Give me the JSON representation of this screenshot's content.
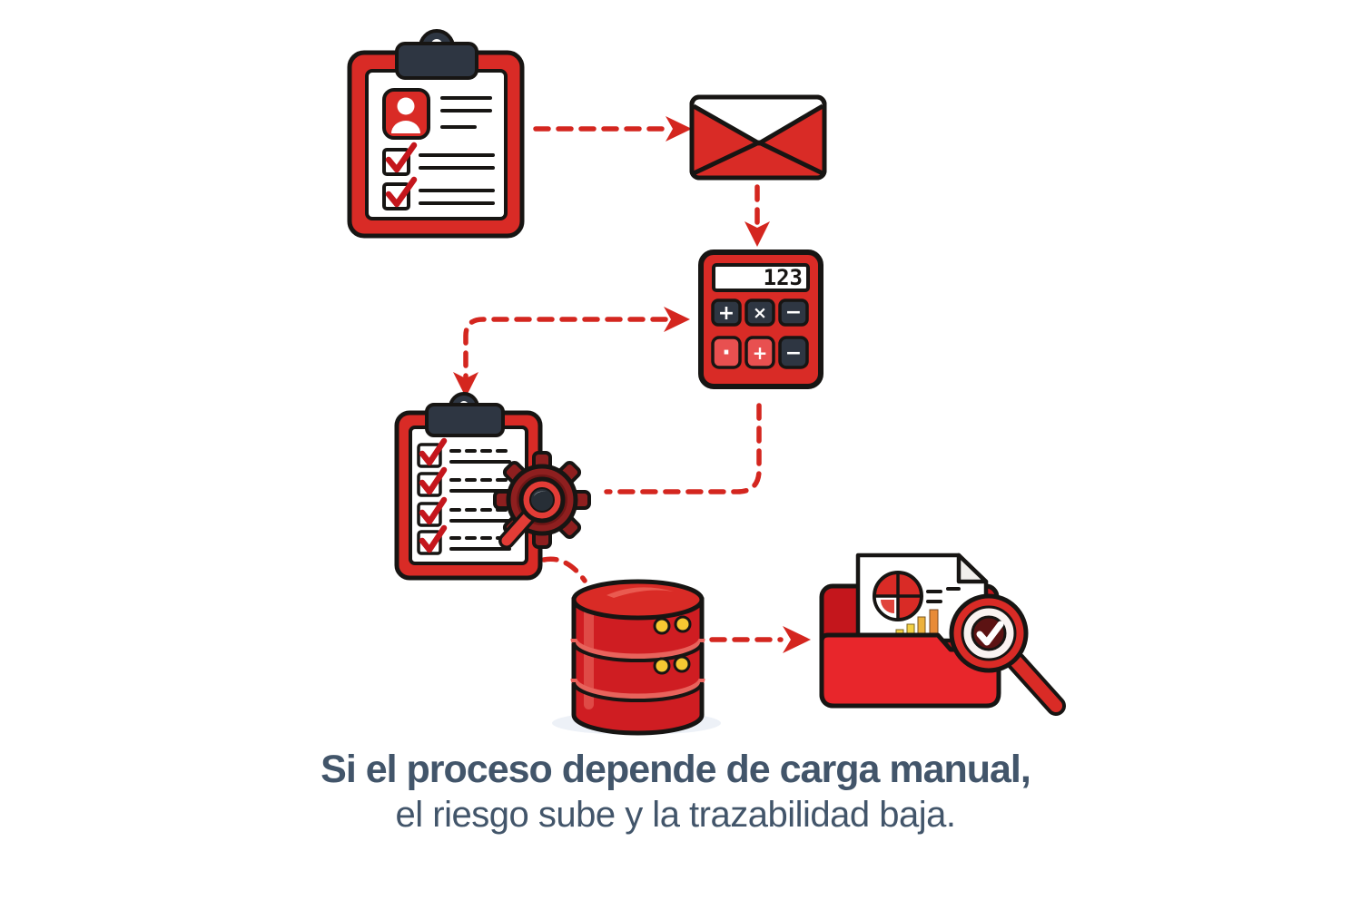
{
  "caption": {
    "line1": "Si el proceso depende de carga manual,",
    "line2": "el riesgo sube y la trazabilidad baja."
  },
  "calculator": {
    "display": "123",
    "buttons": [
      "+",
      "×",
      "−",
      "·",
      "+",
      "−"
    ]
  },
  "diagram": {
    "nodes": [
      {
        "id": "clipboard-form",
        "icon": "clipboard-form-icon",
        "desc": "clipboard with person badge and two checked items"
      },
      {
        "id": "email",
        "icon": "envelope-icon",
        "desc": "red envelope"
      },
      {
        "id": "calculator",
        "icon": "calculator-icon",
        "desc": "calculator showing 123"
      },
      {
        "id": "checklist",
        "icon": "checklist-gear-icon",
        "desc": "clipboard with four checked items plus gear and magnifier"
      },
      {
        "id": "database",
        "icon": "database-icon",
        "desc": "red database cylinder with yellow indicator dots"
      },
      {
        "id": "report-folder",
        "icon": "folder-report-icon",
        "desc": "folder with chart document and magnifier check badge"
      }
    ],
    "edges": [
      {
        "from": "clipboard-form",
        "to": "email",
        "style": "dashed-arrow"
      },
      {
        "from": "email",
        "to": "calculator",
        "style": "dashed-arrow"
      },
      {
        "from": "branch-corner",
        "to": "calculator",
        "style": "dashed-arrow"
      },
      {
        "from": "branch-corner",
        "to": "checklist",
        "style": "dashed-arrow"
      },
      {
        "from": "calculator",
        "to": "checklist",
        "style": "dashed-line"
      },
      {
        "from": "checklist",
        "to": "database",
        "style": "dashed-line"
      },
      {
        "from": "database",
        "to": "report-folder",
        "style": "dashed-arrow"
      }
    ]
  },
  "colors": {
    "primary_red": "#d92b26",
    "deep_red": "#c4161c",
    "button_red": "#e85050",
    "clip_slate": "#2e3642",
    "gear_maroon": "#8e1f1f",
    "badge_maroon": "#5c1313",
    "accent_yellow": "#f6c832",
    "accent_orange": "#e88b38",
    "outline_ink": "#171513",
    "arrow_red": "#d4261f",
    "caption_text": "#42556a",
    "shadow": "#edf1f7",
    "background": "#ffffff"
  }
}
